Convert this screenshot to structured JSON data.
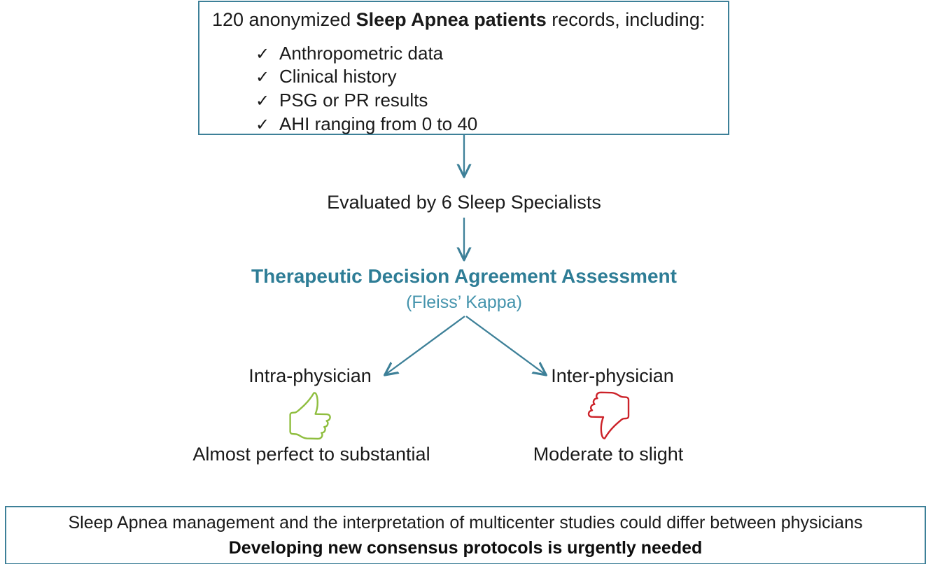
{
  "diagram": {
    "title": "Sleep Apnea therapeutic decision agreement flowchart",
    "colors": {
      "box_border": "#3d8098",
      "arrow": "#3d8098",
      "accent_heading": "#2e7d96",
      "accent_subheading": "#4594ad",
      "thumb_up": "#8fbe3f",
      "thumb_down": "#cc2229",
      "text": "#1a1a1a"
    }
  },
  "top_box": {
    "headline_prefix": "120 anonymized ",
    "headline_bold": "Sleep Apnea patients",
    "headline_suffix": " records, including:",
    "check_glyph": "✓",
    "bullets": [
      "Anthropometric data",
      "Clinical history",
      "PSG or PR results",
      "AHI ranging from 0 to 40"
    ]
  },
  "flow": {
    "evaluated_by": "Evaluated by 6 Sleep Specialists",
    "assessment_title": "Therapeutic Decision Agreement Assessment",
    "assessment_subtitle": "(Fleiss’ Kappa)",
    "branches": [
      {
        "label": "Intra-physician",
        "icon": "thumbs-up-icon",
        "result": "Almost perfect to substantial"
      },
      {
        "label": "Inter-physician",
        "icon": "thumbs-down-icon",
        "result": "Moderate to slight"
      }
    ]
  },
  "conclusion_box": {
    "line_1": "Sleep Apnea management and the interpretation of multicenter studies could differ between physicians",
    "line_2": "Developing new consensus protocols is urgently needed"
  }
}
